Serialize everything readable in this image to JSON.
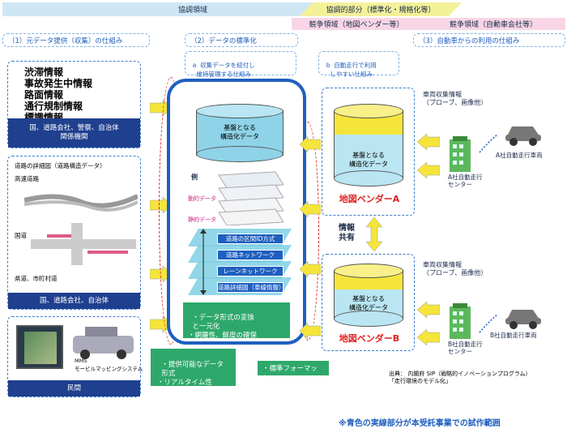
{
  "bands": {
    "kyocho": "協調領域",
    "kyocho_part": "協調的部分（標準化・規格化等）",
    "kyoso_map": "競争領域（地図ベンダー等）",
    "kyoso_car": "競争領域（自動車会社等）"
  },
  "headers": {
    "h1": "（1）元データ提供（収集）の仕組み",
    "h2": "（2）データの標準化",
    "h3": "（3）自動車からの利用の仕組み",
    "a": "a  収集データを紐付し\n    維持管理する仕組み",
    "b": "b  自動走行で利用\n    しやすい仕組み"
  },
  "box1": {
    "items": [
      "渋滞情報",
      "事故発生中情報",
      "路面情報",
      "通行規制情報",
      "標識情報"
    ],
    "footer": "国、道路会社、警察、自治体\n関係機関"
  },
  "box2": {
    "title": "道路の詳細図（道路構造データ）",
    "highway": "高速道路",
    "national": "国道",
    "prefectural": "県道、市町村道",
    "footer": "国、道路会社、自治体"
  },
  "box3": {
    "mms": "MMS\nモービルマッピングシステム",
    "footer": "民間"
  },
  "center": {
    "cylinder": "基盤となる\n構造化データ",
    "example": "例",
    "dynamic": "動的データ",
    "static": "静的データ",
    "layers": [
      "道路の区間ID方式",
      "道路ネットワーク",
      "レーンネットワーク",
      "道路詳細図（車線情報）"
    ],
    "notes": "・データ形式の変換\n  と一元化\n・網羅性、鮮度の確保",
    "provide": "・提供可能なデータ\n  形式\n・リアルタイム性",
    "standard": "・標準フォーマット"
  },
  "vendors": [
    {
      "cylinder": "基盤となる\n構造化データ",
      "name": "地図ベンダーA"
    },
    {
      "cylinder": "基盤となる\n構造化データ",
      "name": "地図ベンダーB"
    }
  ],
  "share": "情報\n共有",
  "cars": [
    {
      "probe": "車両収集情報\n（プローブ、画像他）",
      "center": "A社自動走行\nセンター",
      "car": "A社自動走行車両"
    },
    {
      "probe": "車両収集情報\n（プローブ、画像他）",
      "center": "B社自動走行\nセンター",
      "car": "B社自動走行車両"
    }
  ],
  "source": "出典： 内閣府 SIP（戦略的イノベーションプログラム）\n「走行環境のモデル化」",
  "note": "※青色の実線部分が本受託事業での試作範囲"
}
